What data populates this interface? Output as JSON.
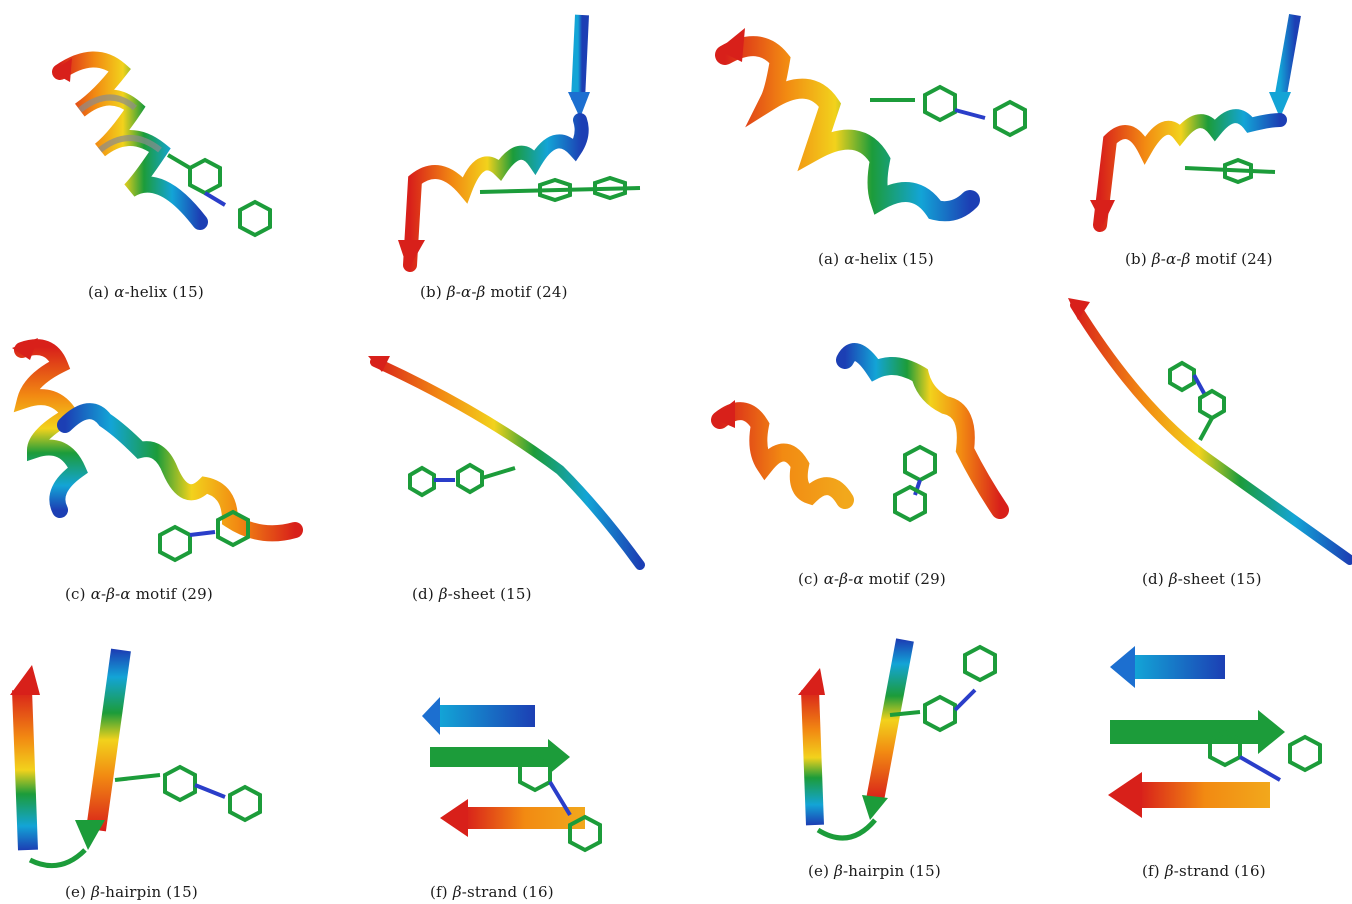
{
  "colors": {
    "blue": "#1c3fb4",
    "cyan": "#13a4d6",
    "green": "#1c9c3a",
    "yellow": "#f2d21c",
    "orange": "#f28a12",
    "red": "#d8201a",
    "gray": "#8c8c8c",
    "nitrogen": "#2a3ec9",
    "oxygen": "#d12020",
    "hydrogen": "#f4f4f4"
  },
  "left_figure": {
    "panels": [
      {
        "label": "(a)",
        "greek": "α",
        "rest": "-helix (15)"
      },
      {
        "label": "(b)",
        "greek": "β-α-β",
        "rest": " motif (24)"
      },
      {
        "label": "(c)",
        "greek": "α-β-α",
        "rest": " motif (29)"
      },
      {
        "label": "(d)",
        "greek": "β",
        "rest": "-sheet (15)"
      },
      {
        "label": "(e)",
        "greek": "β",
        "rest": "-hairpin (15)"
      },
      {
        "label": "(f)",
        "greek": "β",
        "rest": "-strand (16)"
      }
    ]
  },
  "right_figure": {
    "panels": [
      {
        "label": "(a)",
        "greek": "α",
        "rest": "-helix (15)"
      },
      {
        "label": "(b)",
        "greek": "β-α-β",
        "rest": " motif (24)"
      },
      {
        "label": "(c)",
        "greek": "α-β-α",
        "rest": " motif (29)"
      },
      {
        "label": "(d)",
        "greek": "β",
        "rest": "-sheet (15)"
      },
      {
        "label": "(e)",
        "greek": "β",
        "rest": "-hairpin (15)"
      },
      {
        "label": "(f)",
        "greek": "β",
        "rest": "-strand (16)"
      }
    ]
  }
}
